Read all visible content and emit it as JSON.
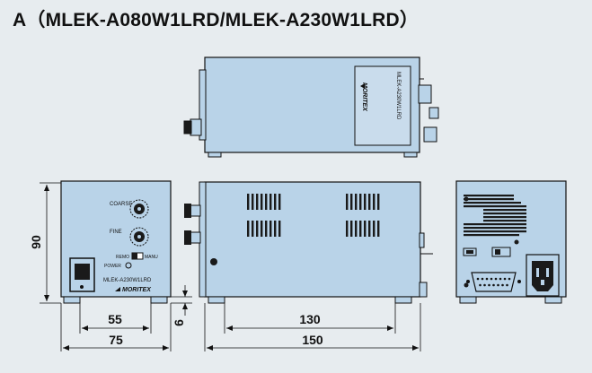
{
  "title": "A（MLEK-A080W1LRD/MLEK-A230W1LRD）",
  "colors": {
    "background": "#e7ecef",
    "body_fill": "#b9d3e8",
    "label_fill": "#c9dcec",
    "outline": "#111111",
    "dark": "#1a1a1a"
  },
  "front_panel": {
    "coarse_label": "COARSE",
    "fine_label": "FINE",
    "remote_label": "REMO",
    "manual_label": "MANU",
    "power_label": "POWER",
    "model_label": "MLEK-A230W1LRD",
    "brand": "MORITEX"
  },
  "top_view": {
    "label_text": "MLEK-A230W1LRD",
    "brand": "MORITEX"
  },
  "dimensions": {
    "height": "90",
    "front_inner_width": "55",
    "front_width": "75",
    "foot_height": "6",
    "side_inner_length": "130",
    "side_length": "150"
  }
}
